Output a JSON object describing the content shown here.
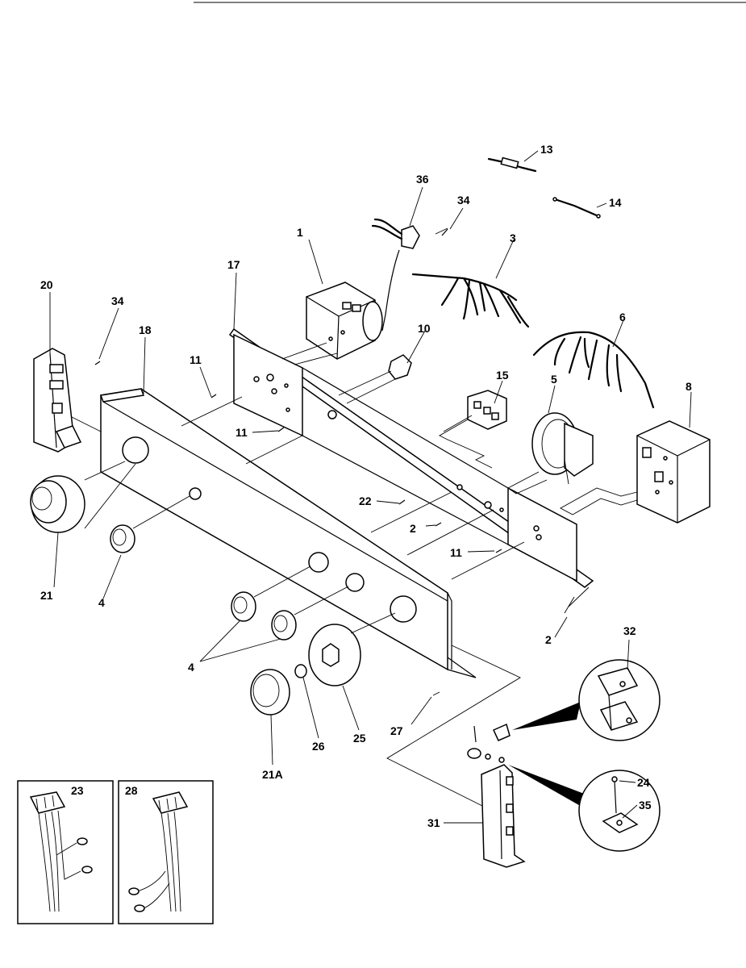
{
  "labels": {
    "l1": "1",
    "l2a": "2",
    "l2b": "2",
    "l3": "3",
    "l4a": "4",
    "l4b": "4",
    "l5": "5",
    "l6": "6",
    "l8": "8",
    "l10": "10",
    "l11a": "11",
    "l11b": "11",
    "l11c": "11",
    "l13": "13",
    "l14": "14",
    "l15": "15",
    "l17": "17",
    "l18": "18",
    "l20": "20",
    "l21": "21",
    "l21a": "21A",
    "l22": "22",
    "l23": "23",
    "l24": "24",
    "l25": "25",
    "l26": "26",
    "l27": "27",
    "l28": "28",
    "l31": "31",
    "l32": "32",
    "l34a": "34",
    "l34b": "34",
    "l35": "35",
    "l36": "36"
  }
}
